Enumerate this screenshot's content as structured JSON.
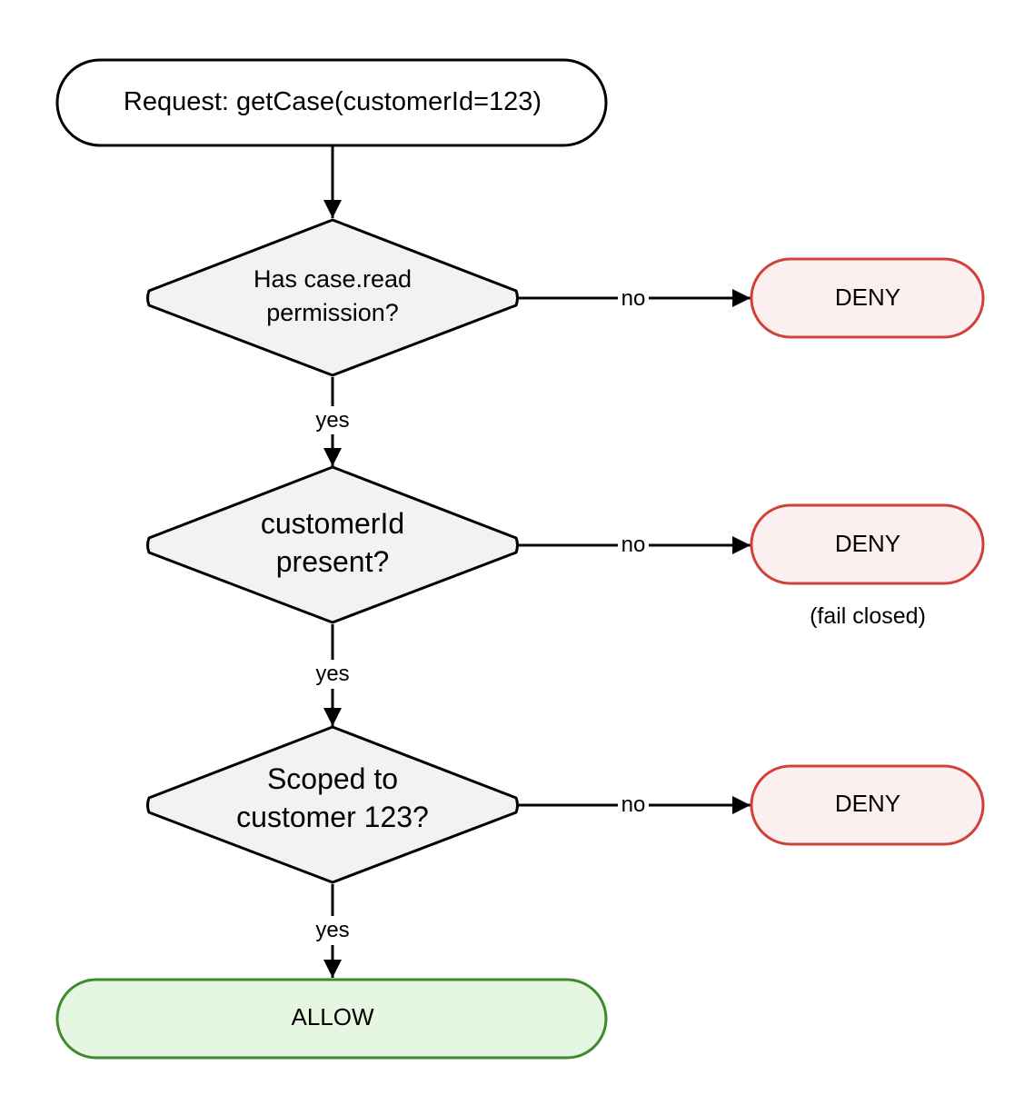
{
  "start": {
    "label": "Request: getCase(customerId=123)"
  },
  "decisions": [
    {
      "lines": [
        "Has case.read",
        "permission?"
      ]
    },
    {
      "lines": [
        "customerId",
        "present?"
      ]
    },
    {
      "lines": [
        "Scoped to",
        "customer 123?"
      ]
    }
  ],
  "deny_nodes": [
    {
      "label": "DENY"
    },
    {
      "label": "DENY",
      "note": "(fail closed)"
    },
    {
      "label": "DENY"
    }
  ],
  "edge_labels": {
    "no": "no",
    "yes": "yes"
  },
  "end": {
    "label": "ALLOW"
  },
  "colors": {
    "stroke": "#000000",
    "decision_fill": "#f1f2f4",
    "deny_fill": "#fcefef",
    "deny_stroke": "#d0413a",
    "allow_fill": "#e5f6e1",
    "allow_stroke": "#3f8a2c"
  }
}
